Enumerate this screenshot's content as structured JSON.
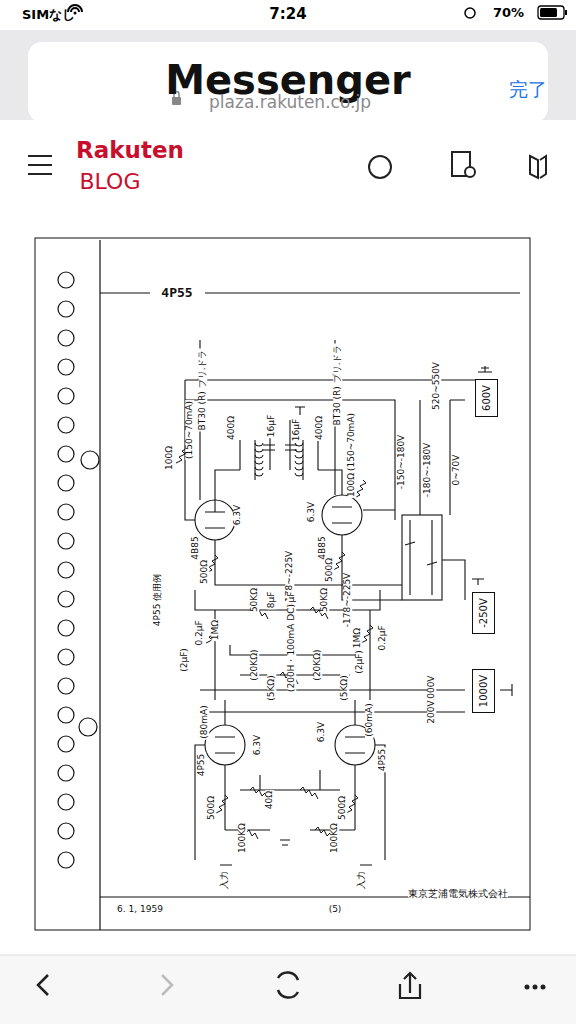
{
  "diagram": {
    "nodes": [
      {
        "text": [
          "600V"
        ]
      },
      {
        "text": [
          "-250V"
        ]
      },
      {
        "text": [
          "1000V"
        ]
      }
    ],
    "labels": [
      "SIMなし",
      "7:24",
      "70%",
      "Messenger",
      "plaza.rakuten.co.jp",
      "完了",
      "Rakuten",
      "BLOG",
      "4P55",
      "BT30 (R) プリ.ドラ",
      "BT30 (R) プリ.ドラ",
      "520~550V",
      "(150~70mA)",
      "100Ω",
      "400Ω",
      "16μF",
      "16μF",
      "400Ω",
      "(150~70mA)",
      "100Ω",
      "-150~-180V",
      "-180~-180V",
      "0~70V",
      "6.3V",
      "6.3V",
      "4B85",
      "4B85",
      "500Ω",
      "500Ω",
      "-178~-225V",
      "-178~-225V",
      "4P55 使用例",
      "0.2μF",
      "(2μF)",
      "1MΩ",
      "50KΩ",
      "8μF",
      "8μF",
      "50KΩ",
      "1MΩ",
      "0.2μF",
      "(2μF)",
      "(200H・100mA DC)",
      "(20KΩ)",
      "(20KΩ)",
      "(5KΩ)",
      "(5KΩ)",
      "1000V",
      "200V",
      "(80mA)",
      "(60mA)",
      "4P55",
      "4P55",
      "6.3V",
      "6.3V",
      "500Ω",
      "40Ω",
      "500Ω",
      "100KΩ",
      "100KΩ",
      "入力",
      "入力",
      "6. 1, 1959",
      "(5)",
      "東京芝浦電気株式会社"
    ]
  }
}
